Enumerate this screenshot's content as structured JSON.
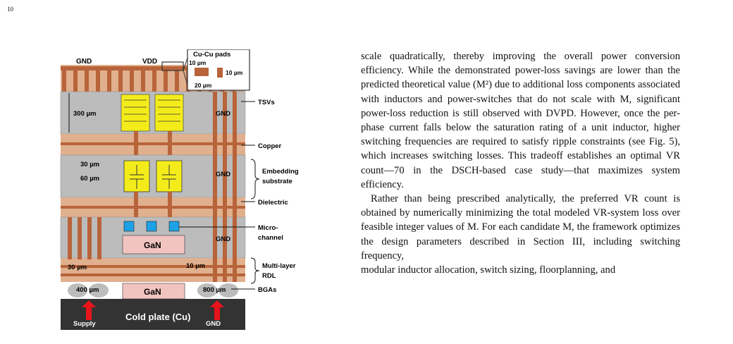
{
  "page_number": "10",
  "figure": {
    "top_labels": {
      "gnd": "GND",
      "vdd": "VDD"
    },
    "inset": {
      "title": "Cu-Cu pads",
      "w1": "10 µm",
      "w2": "10 µm",
      "w3": "20 µm"
    },
    "dims": {
      "d300": "300 µm",
      "d30a": "30 µm",
      "d60": "60 µm",
      "d30b": "30 µm",
      "d10": "10 µm",
      "d400": "400 µm",
      "d800": "800 µm"
    },
    "gnd_labels": [
      "GND",
      "GND",
      "GND"
    ],
    "gan_labels": [
      "GaN",
      "GaN"
    ],
    "right_labels": {
      "tsvs": "TSVs",
      "copper": "Copper",
      "embed1": "Embedding",
      "embed2": "substrate",
      "dielectric": "Dielectric",
      "micro1": "Micro-",
      "micro2": "channel",
      "rdl1": "Multi-layer",
      "rdl2": "RDL",
      "bgas": "BGAs"
    },
    "bottom": {
      "supply": "Supply",
      "coldplate": "Cold plate (Cu)",
      "gnd": "GND"
    },
    "colors": {
      "copper": "#b8643a",
      "copper_light": "#e0b08f",
      "gray": "#bcbcbc",
      "dark": "#333333",
      "yellow": "#f4ec1a",
      "blue": "#1da1e6",
      "gan": "#f2c4c0",
      "red": "#e8141b"
    }
  },
  "text": {
    "para1": "scale quadratically, thereby improving the overall power conversion efficiency. While the demonstrated power-loss savings are lower than the predicted theoretical value (M²) due to additional loss components associated with inductors and power-switches that do not scale with M, significant power-loss reduction is still observed with DVPD. However, once the per-phase current falls below the saturation rating of a unit inductor, higher switching frequencies are required to satisfy ripple constraints (see Fig. 5), which increases switching losses. This tradeoff establishes an optimal VR count—70 in the DSCH-based case study—that maximizes system efficiency.",
    "para2": "Rather than being prescribed analytically, the preferred VR count is obtained by numerically minimizing the total modeled VR-system loss over feasible integer values of M. For each candidate M, the framework optimizes the design parameters described in Section III, including switching frequency,",
    "para2_last": "modular inductor allocation, switch sizing, floorplanning, and"
  }
}
